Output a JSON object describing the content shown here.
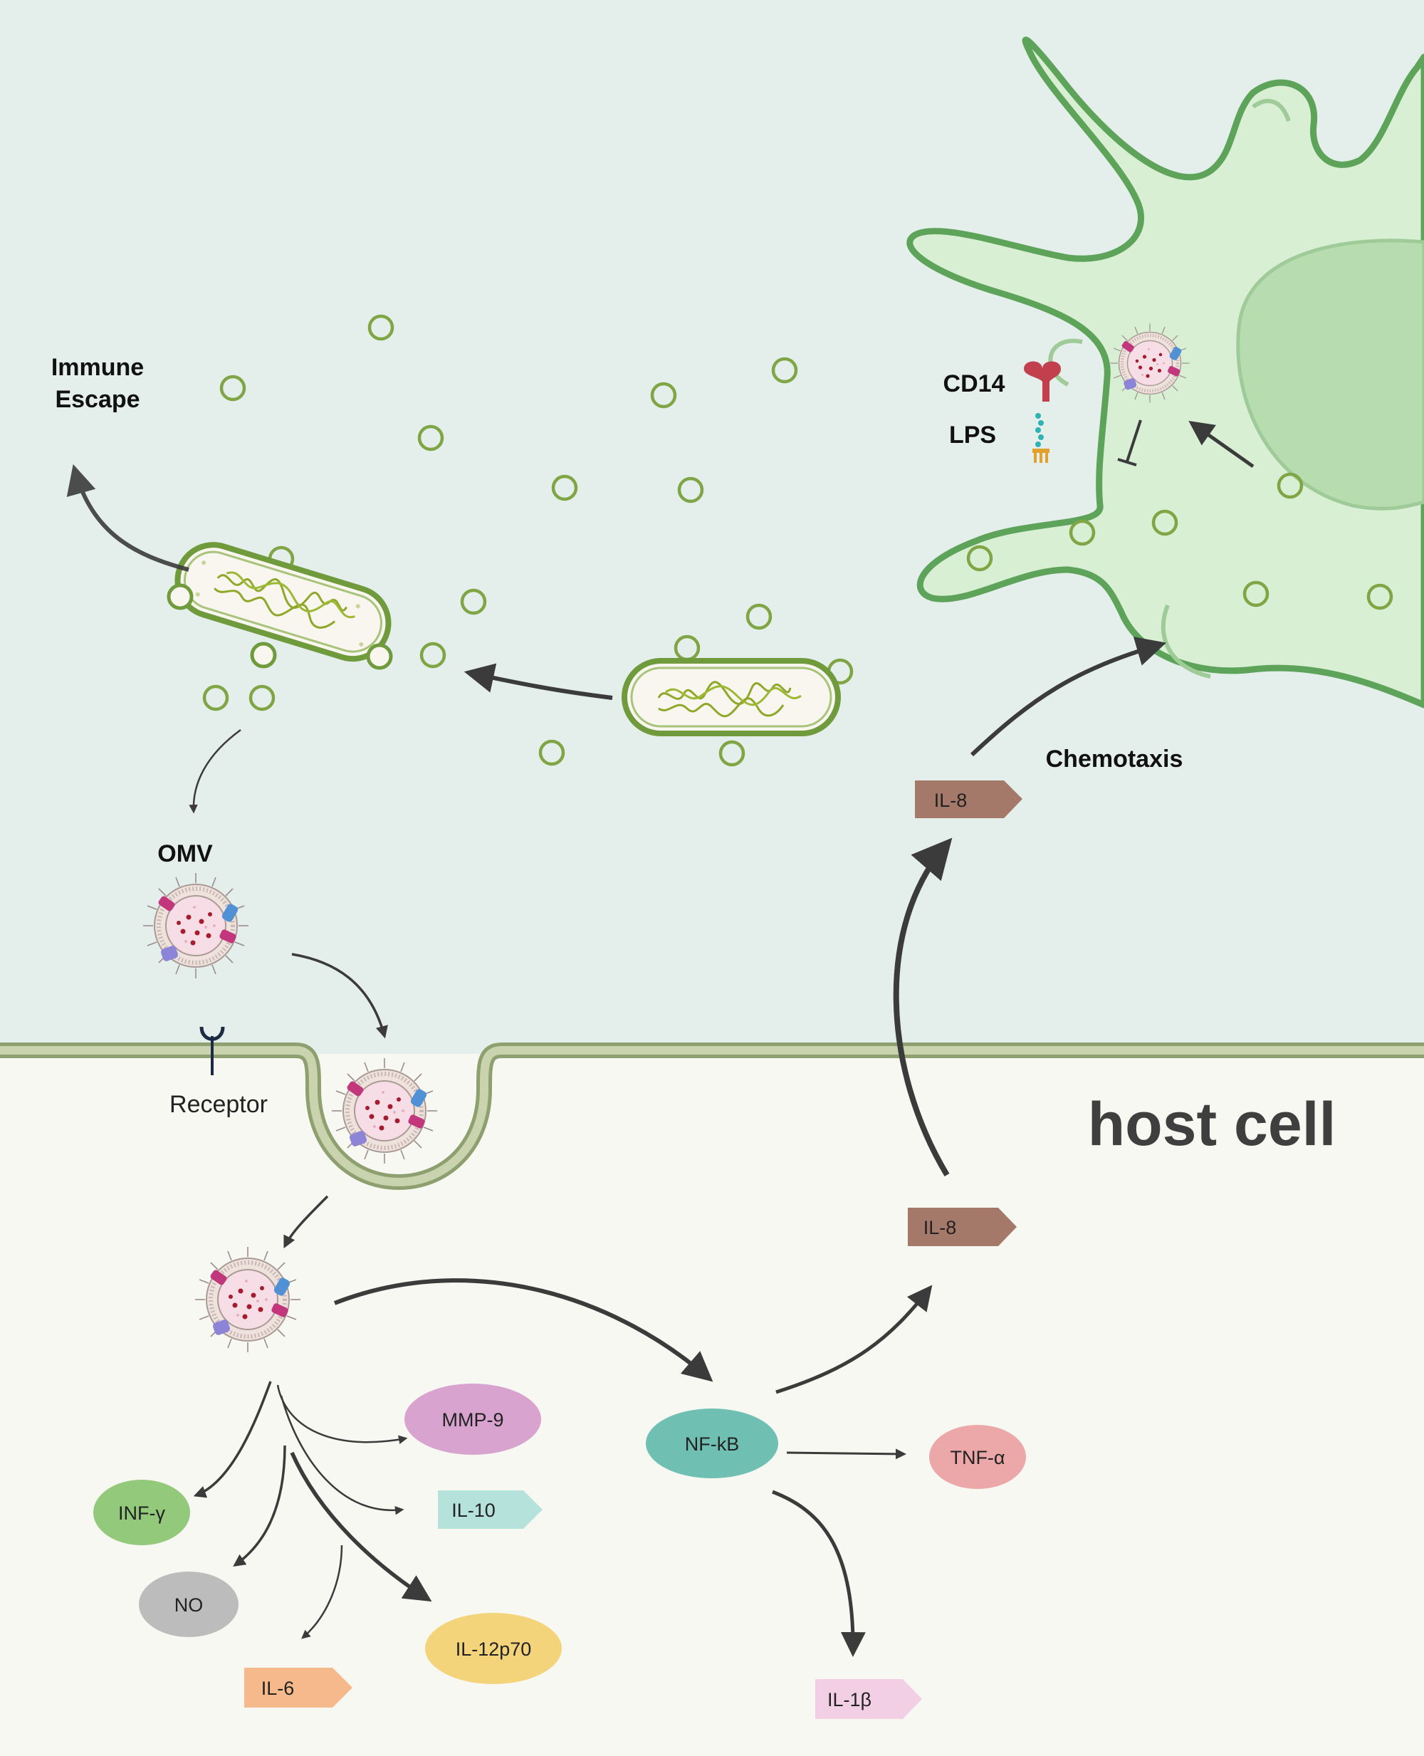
{
  "labels": {
    "immune_escape_line1": "Immune",
    "immune_escape_line2": "Escape",
    "omv": "OMV",
    "receptor": "Receptor",
    "host_cell": "host cell",
    "chemotaxis": "Chemotaxis",
    "cd14": "CD14",
    "lps": "LPS"
  },
  "cytokines": {
    "il8_top": "IL-8",
    "il8_host": "IL-8",
    "nfkb": "NF-kB",
    "tnfa": "TNF-α",
    "il1b": "IL-1β",
    "mmp9": "MMP-9",
    "il10": "IL-10",
    "infg": "INF-γ",
    "no": "NO",
    "il6": "IL-6",
    "il12p70": "IL-12p70"
  },
  "colors": {
    "extracellular_bg": "#e4eeea",
    "host_bg": "#f7f8f2",
    "membrane": "#b8c49a",
    "immune_cell_fill": "#d8efd4",
    "immune_cell_stroke": "#5ea35a",
    "nucleus": "#b6dcb0",
    "bacteria_stroke": "#6f9b3c",
    "omv_pink": "#f3d7df",
    "il8": "#a4796a",
    "nfkb": "#6fbfb3",
    "tnfa": "#eca7a8",
    "il1b": "#f3cfe6",
    "mmp9": "#d8a4cf",
    "il10": "#b6e2dc",
    "infg": "#93c97a",
    "no": "#bcbcbc",
    "il6": "#f6b98b",
    "il12p70": "#f4d47a"
  }
}
